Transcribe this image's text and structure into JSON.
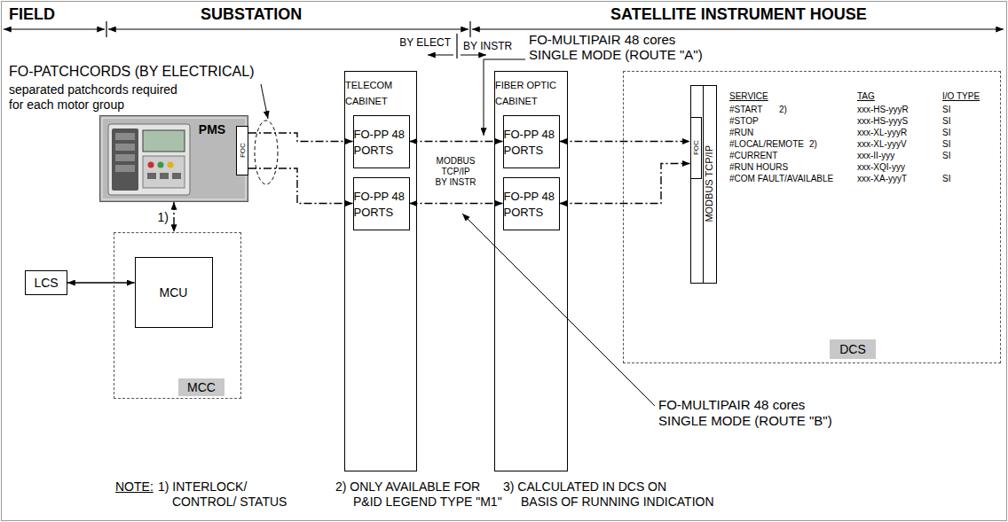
{
  "diagram": {
    "nodes": [
      {
        "text": [
          "PMS"
        ]
      },
      {
        "text": [
          "FOC"
        ],
        "in": 0
      },
      {
        "text": [
          "TELECOM CABINET"
        ]
      },
      {
        "text": [
          "FO-PP 48 PORTS"
        ],
        "in": 2
      },
      {
        "text": [
          "FO-PP 48 PORTS"
        ],
        "in": 2
      },
      {
        "text": [
          "FIBER OPTIC CABINET"
        ]
      },
      {
        "text": [
          "FO-PP 48 PORTS"
        ],
        "in": 5
      },
      {
        "text": [
          "FO-PP 48 PORTS"
        ],
        "in": 5
      },
      {
        "text": [
          "DCS"
        ]
      },
      {
        "text": [
          "MODBUS TCP/IP"
        ],
        "in": 8
      },
      {
        "text": [
          "FOC"
        ],
        "in": 9
      },
      {
        "text": [
          "MCC"
        ]
      },
      {
        "text": [
          "MCU"
        ],
        "in": 11
      },
      {
        "text": [
          "LCS"
        ]
      }
    ],
    "edges": [
      {
        "from": 1,
        "to": 3,
        "arrow": "to"
      },
      {
        "from": 1,
        "to": 4,
        "arrow": "to"
      },
      {
        "from": 3,
        "to": 6,
        "arrow": "both"
      },
      {
        "from": 4,
        "to": 7,
        "arrow": "both"
      },
      {
        "from": 6,
        "to": 10,
        "arrow": "both"
      },
      {
        "from": 7,
        "to": 10,
        "arrow": "both"
      },
      {
        "from": 0,
        "to": 11,
        "arrow": "both",
        "label": "1)"
      },
      {
        "from": 13,
        "to": 12,
        "arrow": "both"
      }
    ],
    "labels": [
      "FIELD",
      "SUBSTATION",
      "SATELLITE INSTRUMENT HOUSE",
      "BY ELECT",
      "BY INSTR",
      "FO-MULTIPAIR 48 cores",
      "SINGLE MODE (ROUTE \"A\")",
      "FO-PATCHCORDS (BY ELECTRICAL)",
      "separated patchcords required",
      "for each motor group",
      "MODBUS",
      "TCP/IP",
      "BY INSTR",
      "SERVICE",
      "TAG",
      "I/O TYPE",
      "#START",
      "2)",
      "xxx-HS-yyyR",
      "SI",
      "#STOP",
      "xxx-HS-yyyS",
      "SI",
      "#RUN",
      "xxx-XL-yyyR",
      "SI",
      "#LOCAL/REMOTE",
      "2)",
      "xxx-XL-yyyV",
      "SI",
      "#CURRENT",
      "xxx-II-yyy",
      "SI",
      "#RUN HOURS",
      "xxx-XQI-yyy",
      "#COM FAULT/AVAILABLE",
      "xxx-XA-yyyT",
      "SI",
      "FO-MULTIPAIR 48 cores",
      "SINGLE MODE (ROUTE \"B\")",
      "NOTE:",
      "1) INTERLOCK/",
      "CONTROL/ STATUS",
      "2) ONLY AVAILABLE FOR",
      "P&ID LEGEND TYPE \"M1\"",
      "3) CALCULATED IN DCS ON",
      "BASIS OF RUNNING INDICATION"
    ]
  }
}
